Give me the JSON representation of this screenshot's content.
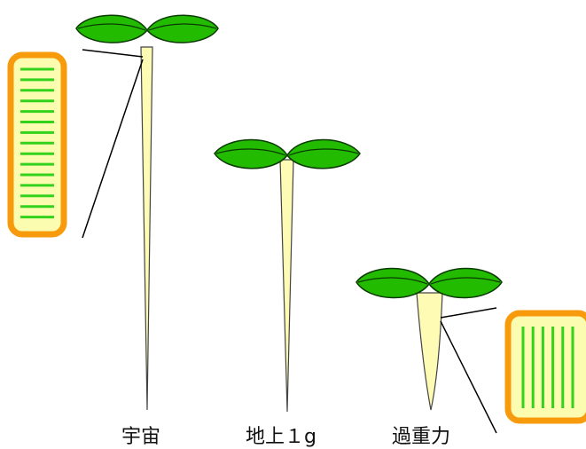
{
  "labels": {
    "space": "宇宙",
    "ground": "地上１g",
    "hypergravity": "過重力"
  },
  "colors": {
    "leaf_fill": "#22bb00",
    "leaf_light": "#6ad040",
    "leaf_outline": "#0a3a00",
    "stem_fill": "#fdfbb4",
    "stem_outline": "#444444",
    "box_border": "#f79a0c",
    "box_inner": "#fcfcb0",
    "box_lines": "#33d21c",
    "pointer_line": "#000000"
  }
}
